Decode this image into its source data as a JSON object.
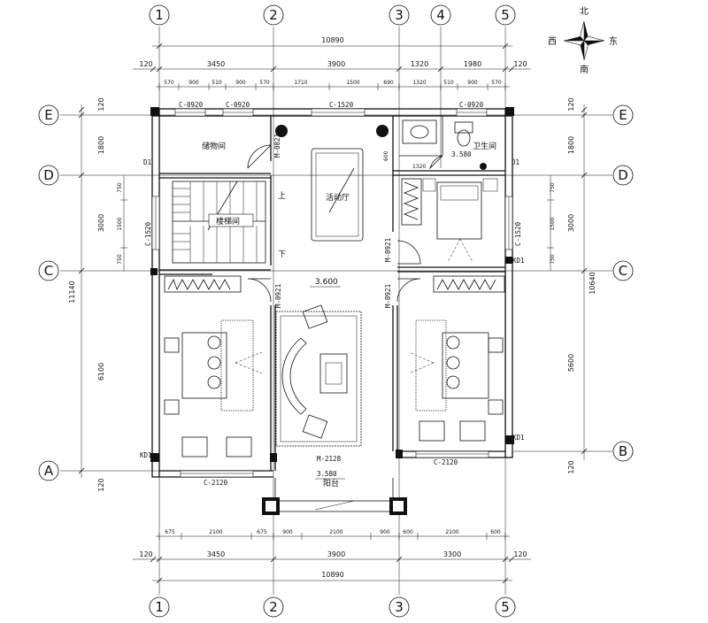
{
  "axes": {
    "top": [
      "1",
      "2",
      "4",
      "3",
      "5"
    ],
    "bottom": [
      "1",
      "2",
      "3",
      "5"
    ],
    "left": [
      "E",
      "D",
      "C",
      "A"
    ],
    "right": [
      "E",
      "D",
      "C",
      "B"
    ]
  },
  "compass": {
    "north": "北",
    "south": "南",
    "west": "西",
    "east": "东"
  },
  "dims_top": {
    "total": "10890",
    "row2": [
      "120",
      "3450",
      "3900",
      "1320",
      "1980",
      "120"
    ],
    "row3": [
      "570",
      "900",
      "510",
      "900",
      "570",
      "1710",
      "1500",
      "690",
      "1320",
      "510",
      "900",
      "570"
    ]
  },
  "dims_bottom": {
    "row1": [
      "675",
      "2100",
      "675",
      "900",
      "2100",
      "900",
      "600",
      "2100",
      "600"
    ],
    "row2": [
      "120",
      "3450",
      "3900",
      "3300",
      "120"
    ],
    "total": "10890"
  },
  "dims_left": {
    "seg": [
      "120",
      "1800",
      "3000",
      "6100",
      "120"
    ],
    "sub": [
      "750",
      "1500",
      "750"
    ],
    "total": "11140"
  },
  "dims_right": {
    "seg": [
      "120",
      "1800",
      "3000",
      "5600",
      "120"
    ],
    "sub": [
      "750",
      "1500",
      "750"
    ],
    "total": "10640"
  },
  "rooms": {
    "storage": "储物间",
    "stair": "楼梯间",
    "billiard": "活动厅",
    "bath": "卫生间",
    "balcony": "阳台",
    "up": "上",
    "down": "下"
  },
  "labels": {
    "w1": "C-0920",
    "w2": "C-0920",
    "w3": "C-1520",
    "w4": "C-0920",
    "cl": "C-1520",
    "cr": "C-1520",
    "cbl": "C-2120",
    "cbr": "C-2120",
    "d1": "D1",
    "d2": "D1",
    "kd1": "KD1",
    "kd2": "KD1",
    "kd3": "KD1",
    "m0821": "M-0821",
    "m0921a": "M-0921",
    "m0921b": "M-0921",
    "m0921c": "M-0921",
    "m2128": "M-2128",
    "lvl1": "3.600",
    "lvl2": "3.580",
    "lvl3": "3.580",
    "bathdim": "1320",
    "bathdim2": "600"
  }
}
